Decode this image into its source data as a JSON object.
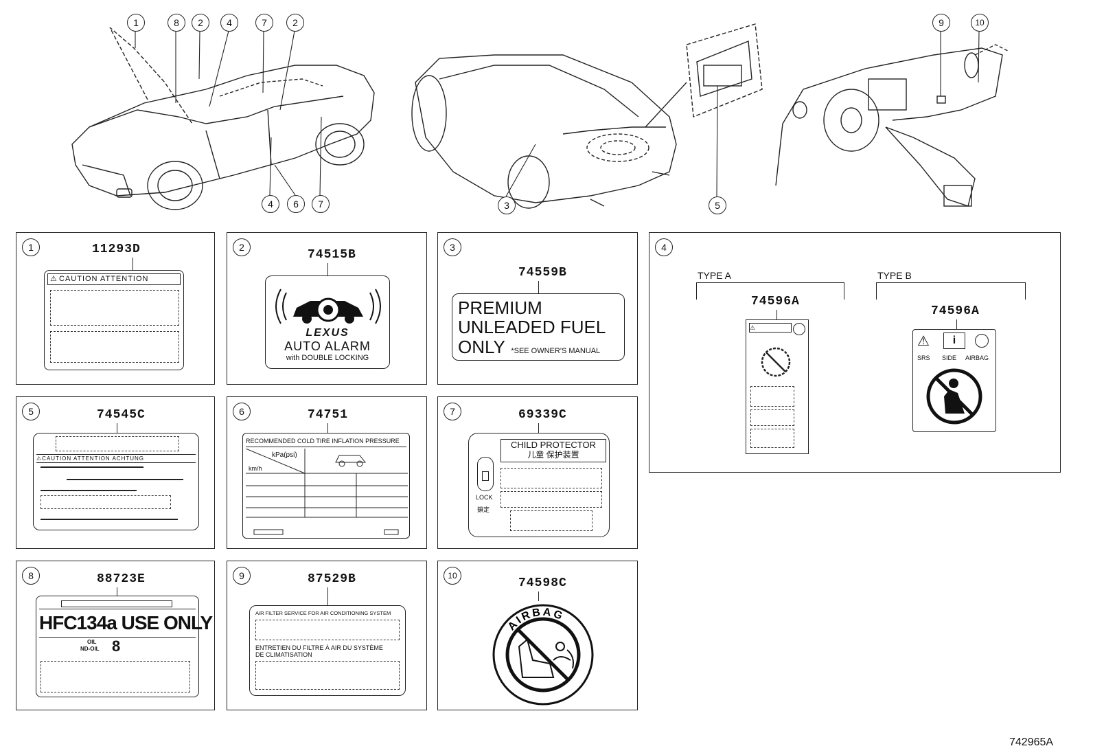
{
  "callouts": [
    "1",
    "8",
    "2",
    "4",
    "7",
    "2",
    "4",
    "6",
    "7",
    "3",
    "5",
    "9",
    "10"
  ],
  "panels": {
    "p1": {
      "num": "1",
      "code": "11293D",
      "text": "CAUTION ATTENTION"
    },
    "p2": {
      "num": "2",
      "code": "74515B",
      "brand": "LEXUS",
      "line1": "AUTO ALARM",
      "line2": "with DOUBLE LOCKING"
    },
    "p3": {
      "num": "3",
      "code": "74559B",
      "line1": "PREMIUM",
      "line2": "UNLEADED FUEL",
      "line3": "ONLY",
      "note": "*SEE OWNER'S MANUAL"
    },
    "p4": {
      "num": "4",
      "type_a": "TYPE A",
      "type_b": "TYPE B",
      "code_a": "74596A",
      "code_b": "74596A",
      "srs": "SRS",
      "side": "SIDE",
      "airbag": "AIRBAG"
    },
    "p5": {
      "num": "5",
      "code": "74545C",
      "text": "CAUTION ATTENTION ACHTUNG"
    },
    "p6": {
      "num": "6",
      "code": "74751",
      "title": "RECOMMENDED COLD TIRE INFLATION PRESSURE",
      "unit1": "kPa(psi)",
      "unit2": "km/h"
    },
    "p7": {
      "num": "7",
      "code": "69339C",
      "title": "CHILD PROTECTOR",
      "cn": "儿童 保护装置",
      "lock": "LOCK",
      "lock_cn": "鎖定"
    },
    "p8": {
      "num": "8",
      "code": "88723E",
      "main": "HFC134a USE ONLY",
      "oil": "OIL",
      "oil2": "ND-OIL",
      "oil_num": "8"
    },
    "p9": {
      "num": "9",
      "code": "87529B",
      "en": "AIR FILTER SERVICE FOR AIR CONDITIONING SYSTEM",
      "fr1": "ENTRETIEN DU FILTRE À AIR DU SYSTÈME",
      "fr2": "DE CLIMATISATION"
    },
    "p10": {
      "num": "10",
      "code": "74598C",
      "ring": "AIRBAG"
    }
  },
  "figure_id": "742965A"
}
